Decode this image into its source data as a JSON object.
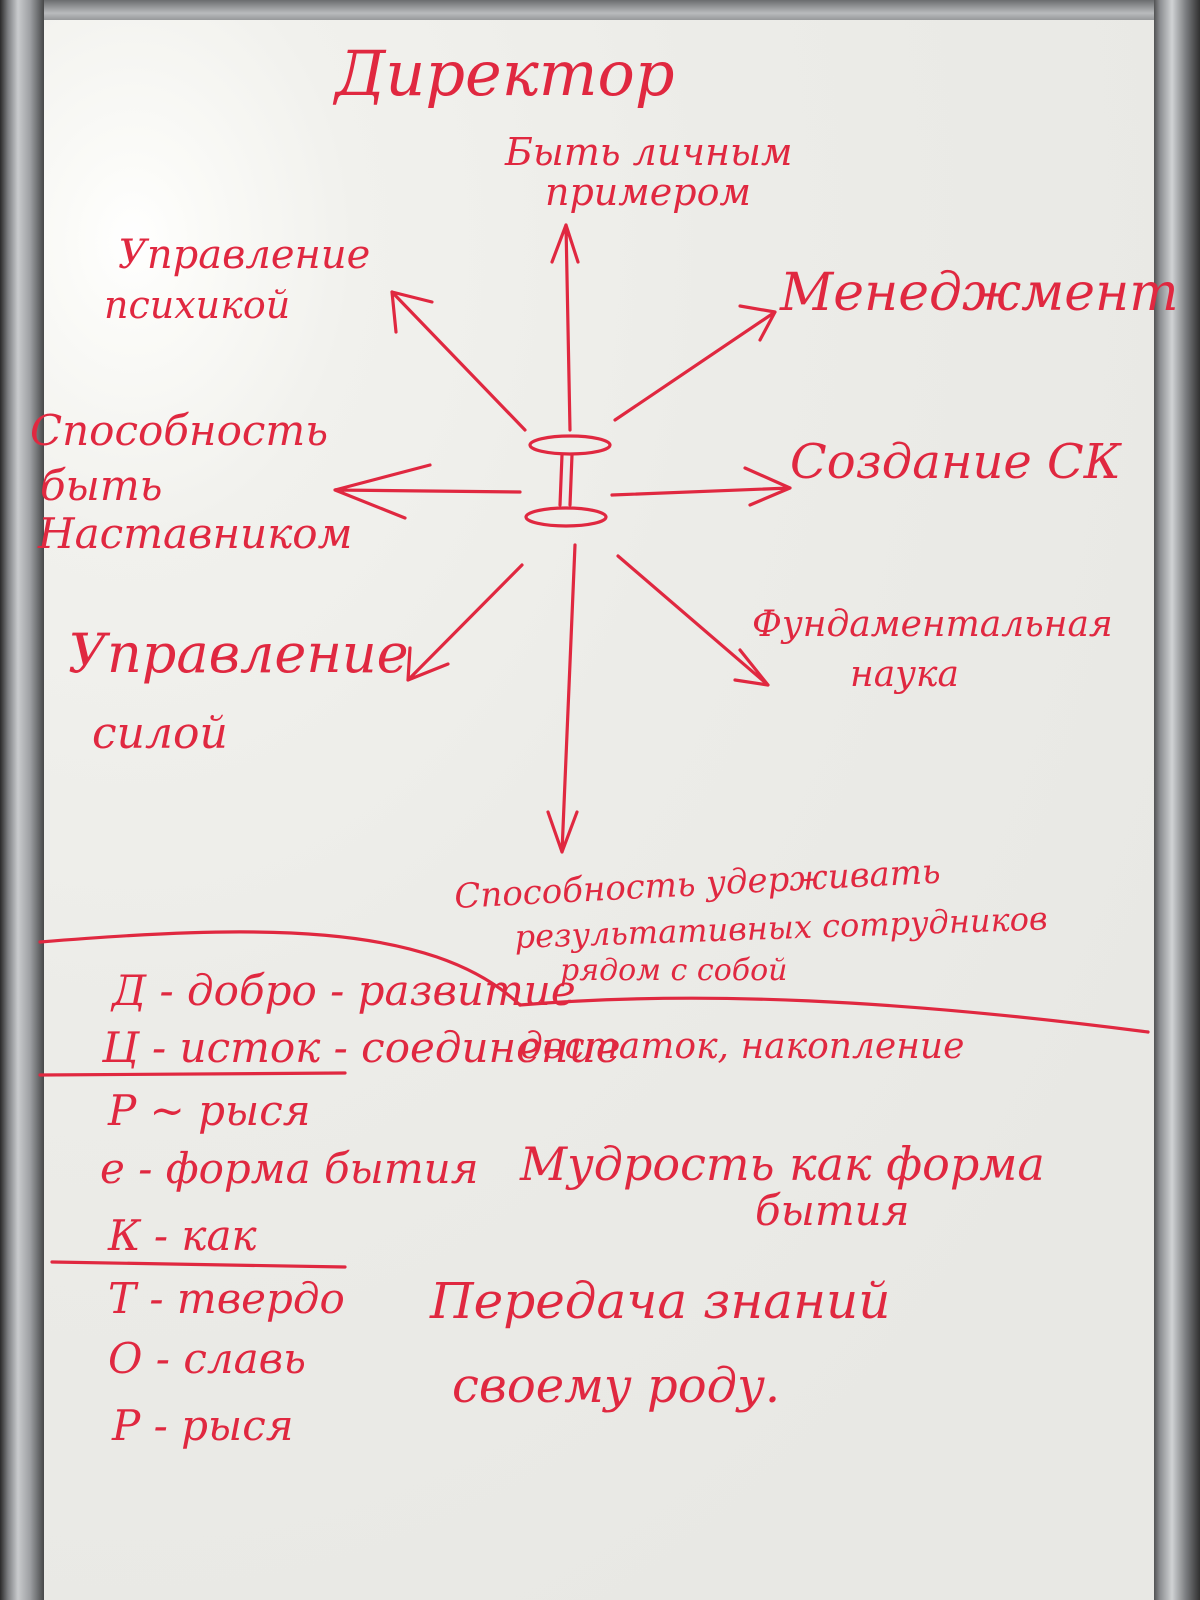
{
  "title": "Директор",
  "spokes": {
    "top": [
      "Быть личным",
      "примером"
    ],
    "top_left": [
      "Управление",
      "психикой"
    ],
    "top_right": "Менеджмент",
    "left": [
      "Способность",
      "быть",
      "Наставником"
    ],
    "right": "Создание СК",
    "bottom_left": [
      "Управление",
      "силой"
    ],
    "bottom_right": [
      "Фундаментальная",
      "наука"
    ],
    "bottom": [
      "Способность удерживать",
      "результативных сотрудников",
      "рядом с собой"
    ]
  },
  "acronym_rows": [
    "Д - добро - развитие",
    "Ц - исток - соединение",
    "Р ~ рыся",
    "е - форма бытия",
    "К - как",
    "Т - твердо",
    "О - славь",
    "Р - рыся"
  ],
  "acronym_note": "достаток, накопление",
  "wisdom": [
    "Мудрость как форма",
    "бытия"
  ],
  "transfer": [
    "Передача знаний",
    "своему роду."
  ],
  "ink_color": "#e02840"
}
